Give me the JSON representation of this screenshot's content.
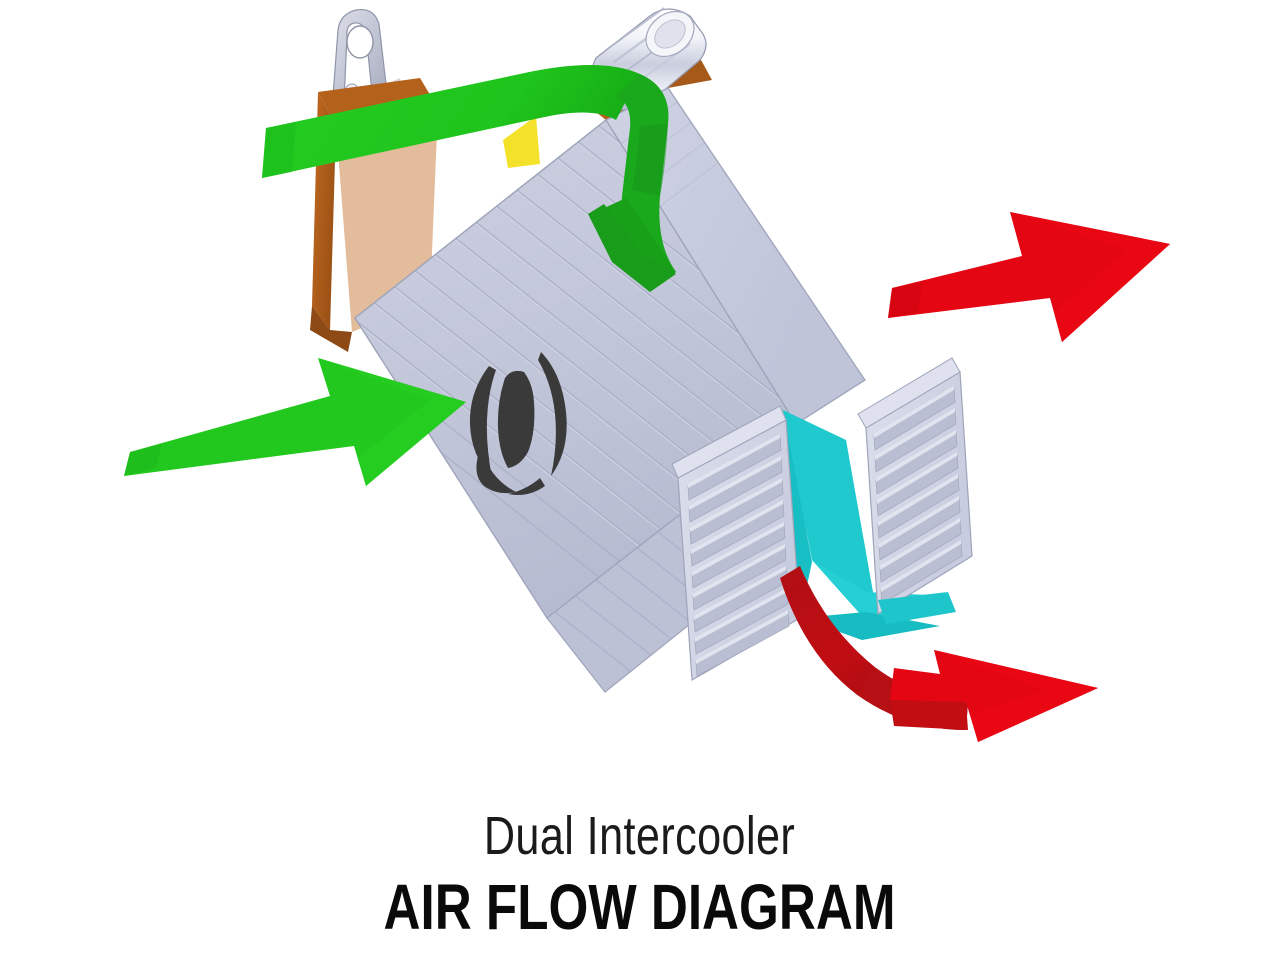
{
  "background_color": "#ffffff",
  "caption": {
    "subtitle": "Dual Intercooler",
    "title": "AIR FLOW DIAGRAM",
    "subtitle_color": "#1b1b1b",
    "title_color": "#0a0a0a"
  },
  "colors": {
    "background": "#ffffff",
    "arrow_green": "#22c81e",
    "arrow_green_dark": "#14a617",
    "arrow_red": "#e40613",
    "arrow_red_dark": "#a60d11",
    "core_front": "#c3c7da",
    "core_front_shade": "#b4b9cf",
    "core_top": "#ced2e3",
    "core_top_light": "#dde0ec",
    "core_end": "#d5d8e8",
    "fin_line": "#a8adc4",
    "tank_orange": "#b4611c",
    "tank_orange_dark": "#8e4a14",
    "divider_cyan": "#22d3d8",
    "divider_cyan_dark": "#13b9bd",
    "accent_yellow": "#f4e12a",
    "neck_silver": "#e3e6ef",
    "neck_silver_dark": "#9ea4bb",
    "bracket_gray": "#c6c9d6",
    "bracket_gray_dark": "#9fa4b6",
    "logo_dark": "#3a3a3a"
  },
  "diagram": {
    "type": "air-flow-diagram",
    "subject": "dual core intercooler",
    "view": "isometric three-quarter",
    "flows": [
      {
        "id": "cold-air-in-front",
        "label": "cold ambient air inlet",
        "color": "#22c81e",
        "direction": "lower-left to upper-right",
        "target": "front core face"
      },
      {
        "id": "cold-air-in-top",
        "label": "cold ambient air inlet over top",
        "color": "#22c81e",
        "direction": "left to right across top, curving down far side",
        "target": "top core face"
      },
      {
        "id": "hot-air-out-upper",
        "label": "heated air outlet upper",
        "color": "#e40613",
        "direction": "lower-left to upper-right",
        "target": "rear of upper core"
      },
      {
        "id": "hot-air-out-lower",
        "label": "heated air outlet lower",
        "color": "#e40613",
        "direction": "curving down then right",
        "target": "rear of lower core"
      }
    ],
    "components": [
      {
        "id": "mounting-bracket",
        "label": "mounting bracket tab",
        "color": "#c6c9d6"
      },
      {
        "id": "end-tank",
        "label": "end tank",
        "color": "#b4611c"
      },
      {
        "id": "inlet-neck",
        "label": "inlet neck coupler",
        "color": "#e3e6ef"
      },
      {
        "id": "core-upper",
        "label": "upper intercooler core",
        "color": "#c3c7da"
      },
      {
        "id": "core-lower",
        "label": "lower intercooler core",
        "color": "#c3c7da"
      },
      {
        "id": "divider-plate",
        "label": "core divider plate",
        "color": "#22d3d8"
      },
      {
        "id": "brand-logo",
        "label": "claw mark brand logo",
        "color": "#3a3a3a"
      }
    ],
    "tube_slats_per_bank": 9
  }
}
